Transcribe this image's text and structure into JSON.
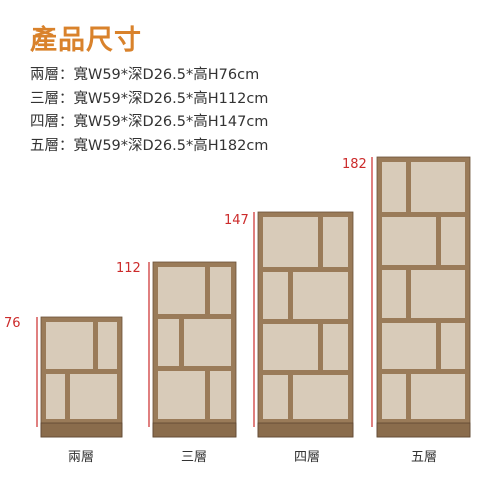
{
  "title": "產品尺寸",
  "specs": [
    "兩層：寬W59*深D26.5*高H76cm",
    "三層：寬W59*深D26.5*高H112cm",
    "四層：寬W59*深D26.5*高H147cm",
    "五層：寬W59*深D26.5*高H182cm"
  ],
  "shelves": [
    {
      "tiers": 2,
      "height_label": "76",
      "caption": "兩層"
    },
    {
      "tiers": 3,
      "height_label": "112",
      "caption": "三層"
    },
    {
      "tiers": 4,
      "height_label": "147",
      "caption": "四層"
    },
    {
      "tiers": 5,
      "height_label": "182",
      "caption": "五層"
    }
  ],
  "colors": {
    "title": "#d9822b",
    "wood": "#9a7b59",
    "measure": "#cc2b2b"
  }
}
